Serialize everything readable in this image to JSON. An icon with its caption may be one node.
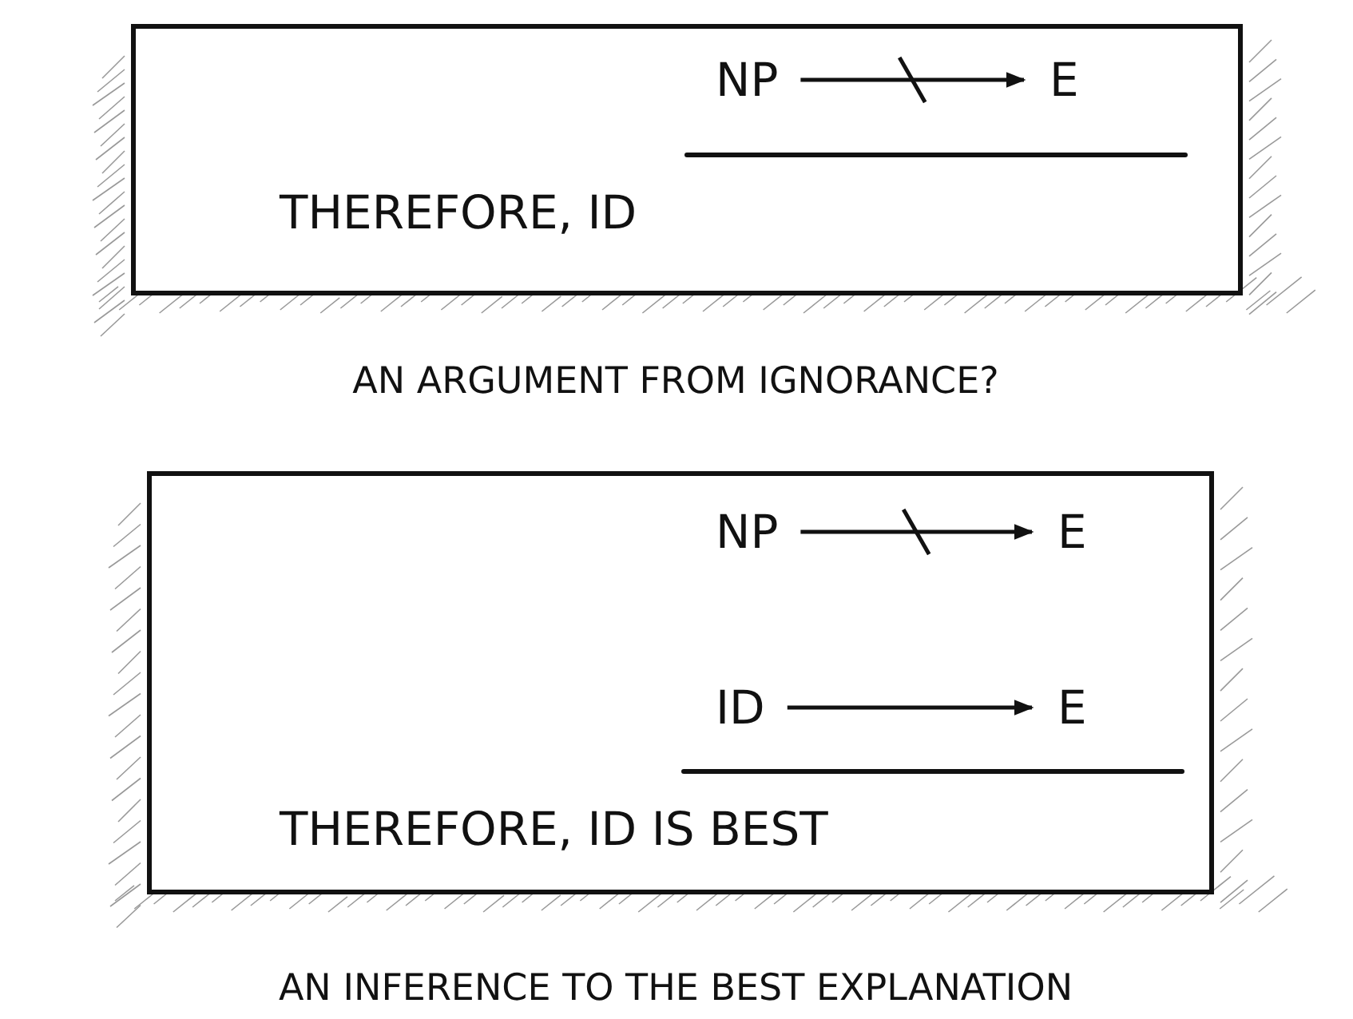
{
  "diagram": {
    "nodes": [
      {
        "text": [],
        "shape": "box"
      },
      {
        "text": [
          "NP"
        ],
        "in": 0
      },
      {
        "text": [
          "E"
        ],
        "in": 0
      },
      {
        "text": [],
        "shape": "box"
      },
      {
        "text": [
          "NP"
        ],
        "in": 3
      },
      {
        "text": [
          "E"
        ],
        "in": 3
      },
      {
        "text": [
          "ID"
        ],
        "in": 3
      },
      {
        "text": [
          "E"
        ],
        "in": 3
      }
    ],
    "edges": [
      {
        "from": 1,
        "to": 2,
        "arrow": "to"
      },
      {
        "from": 4,
        "to": 5,
        "arrow": "to"
      },
      {
        "from": 6,
        "to": 7,
        "arrow": "to"
      }
    ],
    "labels": [
      "THEREFORE, ID",
      "AN ARGUMENT FROM IGNORANCE?",
      "THEREFORE, ID IS BEST",
      "AN INFERENCE TO THE BEST EXPLANATION"
    ]
  }
}
